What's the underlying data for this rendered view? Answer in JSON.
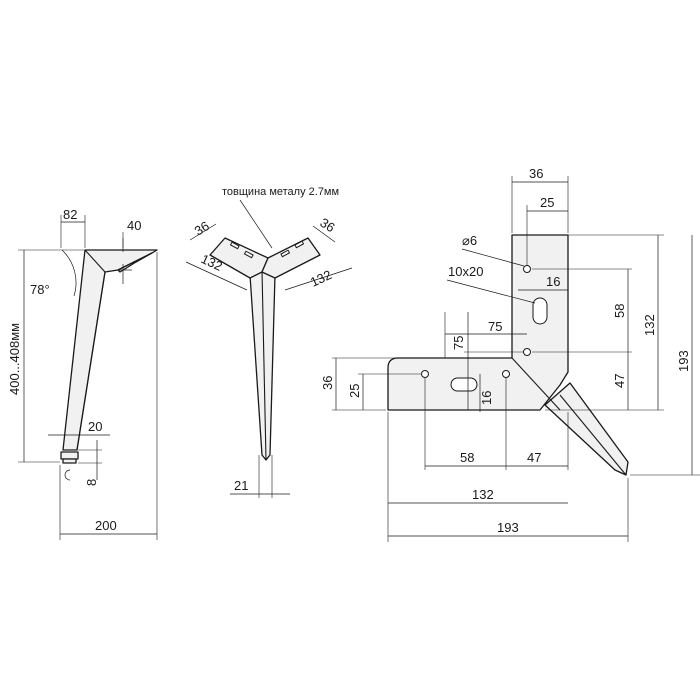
{
  "colors": {
    "line": "#1a1a1a",
    "part_fill": "#f1f1f1",
    "background": "#ffffff"
  },
  "side_view": {
    "top_width": "82",
    "bracket_depth": "40",
    "angle": "78°",
    "height": "400...408мм",
    "foot_width": "20",
    "adjuster": "8",
    "total_width": "200"
  },
  "front_view": {
    "note": "товщина металу 2.7мм",
    "arm_width_left": "36",
    "arm_width_right": "36",
    "arm_length_left": "132",
    "arm_length_right": "132",
    "foot_width": "21"
  },
  "top_view": {
    "top_width": "36",
    "hole_offset_top": "25",
    "hole_diameter": "⌀6",
    "slot_size": "10x20",
    "slot_offset": "16",
    "inner_spacing_v": "58",
    "horizontal_75": "75",
    "vertical_75": "75",
    "outer_132_v": "132",
    "outer_193_v": "193",
    "right_47": "47",
    "left_36": "36",
    "left_25": "25",
    "slot_offset_h": "16",
    "bottom_58": "58",
    "bottom_47": "47",
    "bottom_132": "132",
    "bottom_193": "193"
  }
}
